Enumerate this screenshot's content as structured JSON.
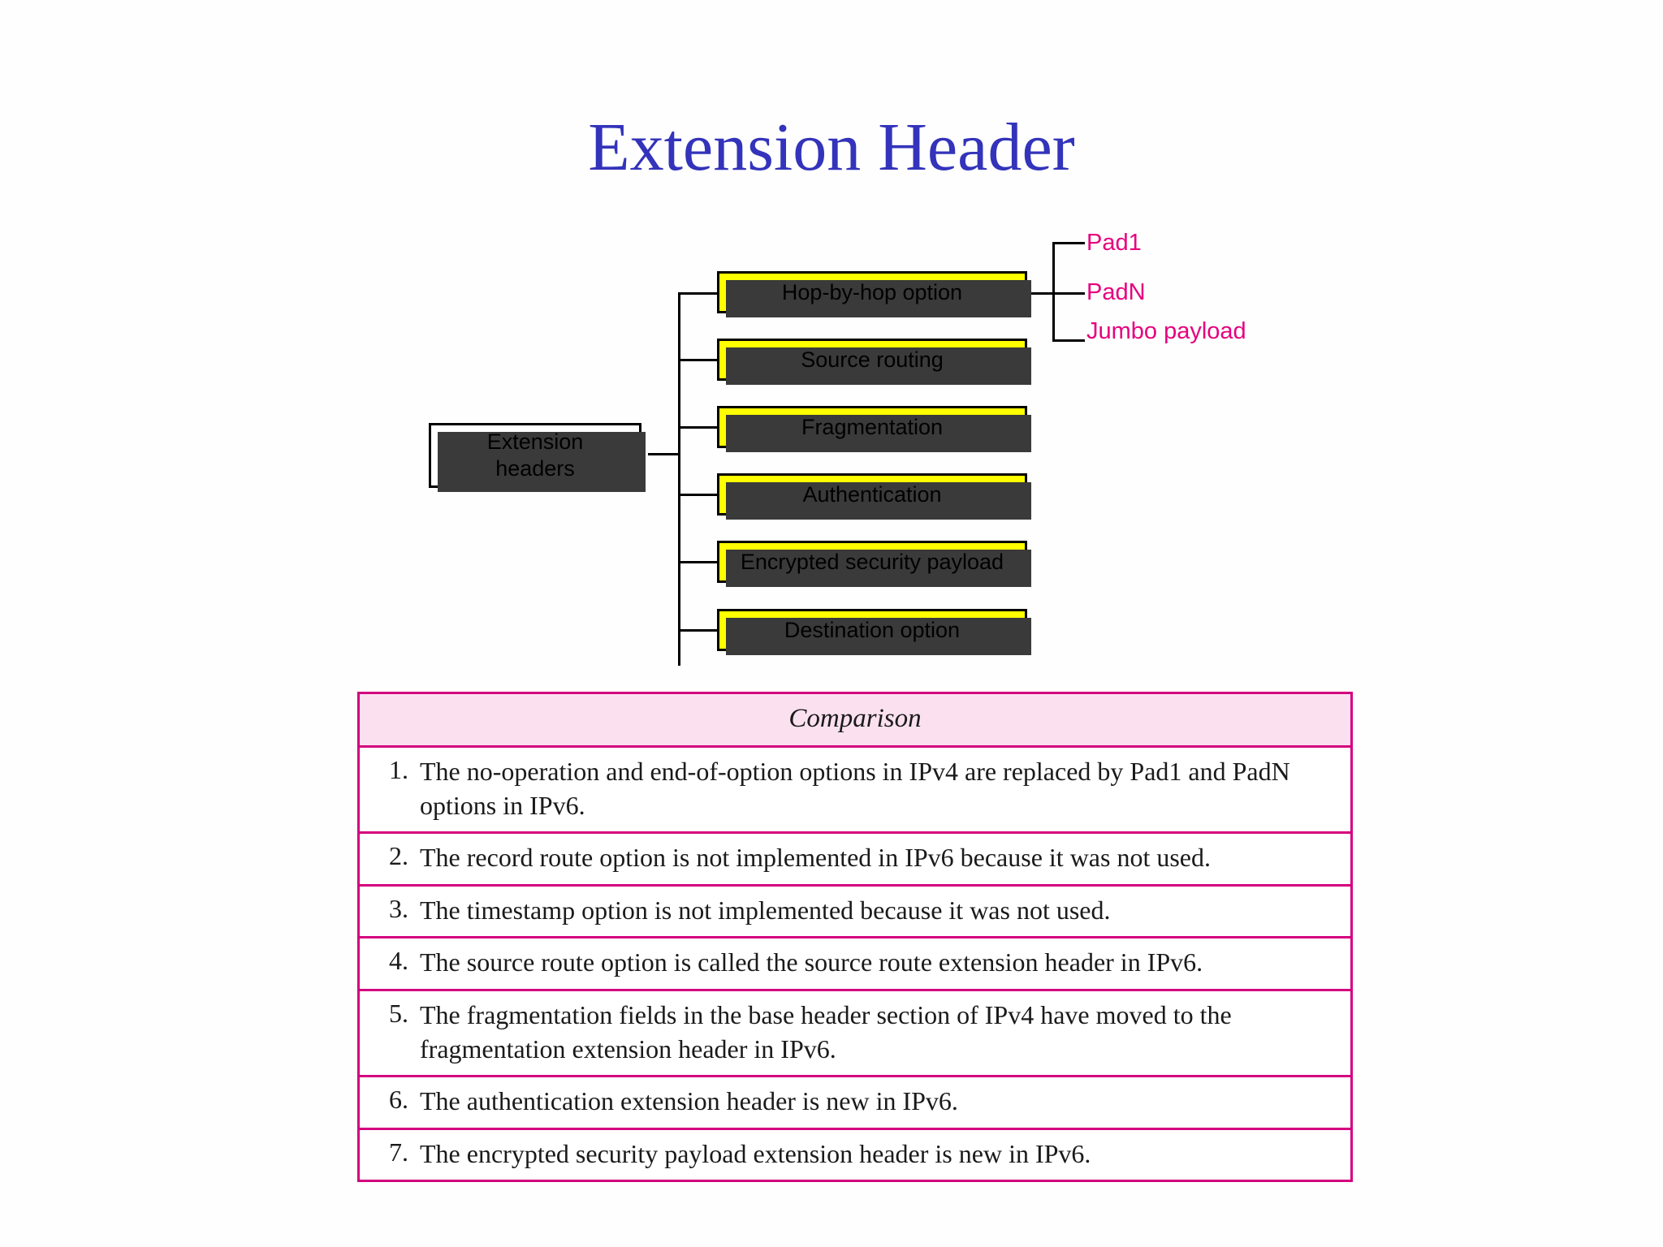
{
  "slide": {
    "title": "Extension Header",
    "title_color": "#3333bb",
    "background": "#ffffff"
  },
  "diagram": {
    "root": {
      "line1": "Extension",
      "line2": "headers",
      "fill": "#ffffff",
      "border": "#000000"
    },
    "branches": [
      {
        "label": "Hop-by-hop option"
      },
      {
        "label": "Source routing"
      },
      {
        "label": "Fragmentation"
      },
      {
        "label": "Authentication"
      },
      {
        "label": "Encrypted security payload"
      },
      {
        "label": "Destination option"
      }
    ],
    "branch_fill": "#ffff00",
    "sub_branch_color": "#e6007e",
    "sub_branches": [
      {
        "label": "Pad1"
      },
      {
        "label": "PadN"
      },
      {
        "label": "Jumbo payload"
      }
    ]
  },
  "comparison": {
    "header": "Comparison",
    "header_bg": "#fbe0ef",
    "border_color": "#d4007f",
    "rows": [
      {
        "num": "1.",
        "text": "The no-operation and end-of-option options in IPv4 are replaced by Pad1 and PadN options in IPv6."
      },
      {
        "num": "2.",
        "text": "The record route option is not implemented in IPv6 because it was not used."
      },
      {
        "num": "3.",
        "text": "The timestamp option is not implemented because it was not used."
      },
      {
        "num": "4.",
        "text": "The source route option is called the source route extension header in IPv6."
      },
      {
        "num": "5.",
        "text": "The fragmentation fields in the base header section of IPv4 have moved to the fragmentation extension header in IPv6."
      },
      {
        "num": "6.",
        "text": "The authentication extension header is new in IPv6."
      },
      {
        "num": "7.",
        "text": "The encrypted security payload extension header is new in IPv6."
      }
    ]
  }
}
